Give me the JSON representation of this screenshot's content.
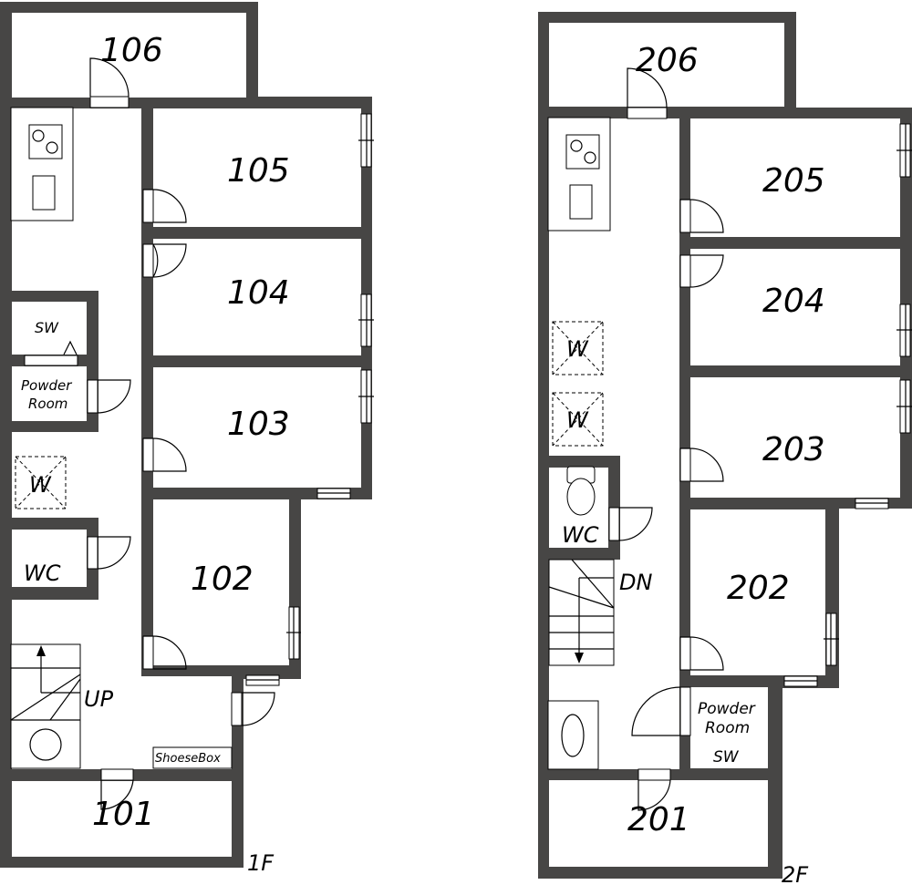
{
  "floors": [
    {
      "label": "1F",
      "rooms": [
        {
          "id": "106",
          "label": "106"
        },
        {
          "id": "105",
          "label": "105"
        },
        {
          "id": "104",
          "label": "104"
        },
        {
          "id": "103",
          "label": "103"
        },
        {
          "id": "102",
          "label": "102"
        },
        {
          "id": "101",
          "label": "101"
        }
      ],
      "fixtures": {
        "sw": "SW",
        "powder_room_line1": "Powder",
        "powder_room_line2": "Room",
        "washer": "W",
        "wc": "WC",
        "stairs": "UP",
        "shoe_box": "ShoeseBox"
      }
    },
    {
      "label": "2F",
      "rooms": [
        {
          "id": "206",
          "label": "206"
        },
        {
          "id": "205",
          "label": "205"
        },
        {
          "id": "204",
          "label": "204"
        },
        {
          "id": "203",
          "label": "203"
        },
        {
          "id": "202",
          "label": "202"
        },
        {
          "id": "201",
          "label": "201"
        }
      ],
      "fixtures": {
        "washer_1": "W",
        "washer_2": "W",
        "wc": "WC",
        "stairs": "DN",
        "powder_room_line1": "Powder",
        "powder_room_line2": "Room",
        "sw": "SW"
      }
    }
  ]
}
